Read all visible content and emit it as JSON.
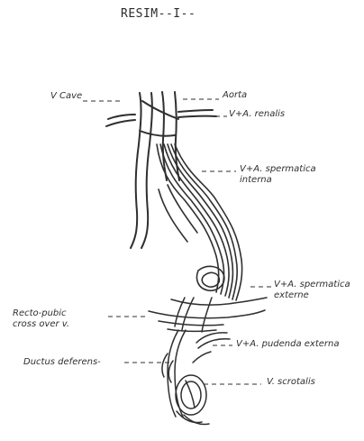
{
  "title": "RESIM--I--",
  "labels": {
    "v_cava": "V Cave",
    "aorta": "Aorta",
    "v_a_renalis": "V+A. renalis",
    "v_a_spermatica_interna": "V+A. spermatica\ninterna",
    "v_a_spermatica_externa": "V+A. spermatica\nexterne",
    "recto_pubic": "Recto-pubic\ncross over v.",
    "v_a_pudenda_externa": "V+A. pudenda externa",
    "ductus_deferens": "Ductus deferens-",
    "v_scrotalis": "V. scrotalis"
  },
  "colors": {
    "ink": "#2f2f2f",
    "paper": "#ffffff"
  }
}
